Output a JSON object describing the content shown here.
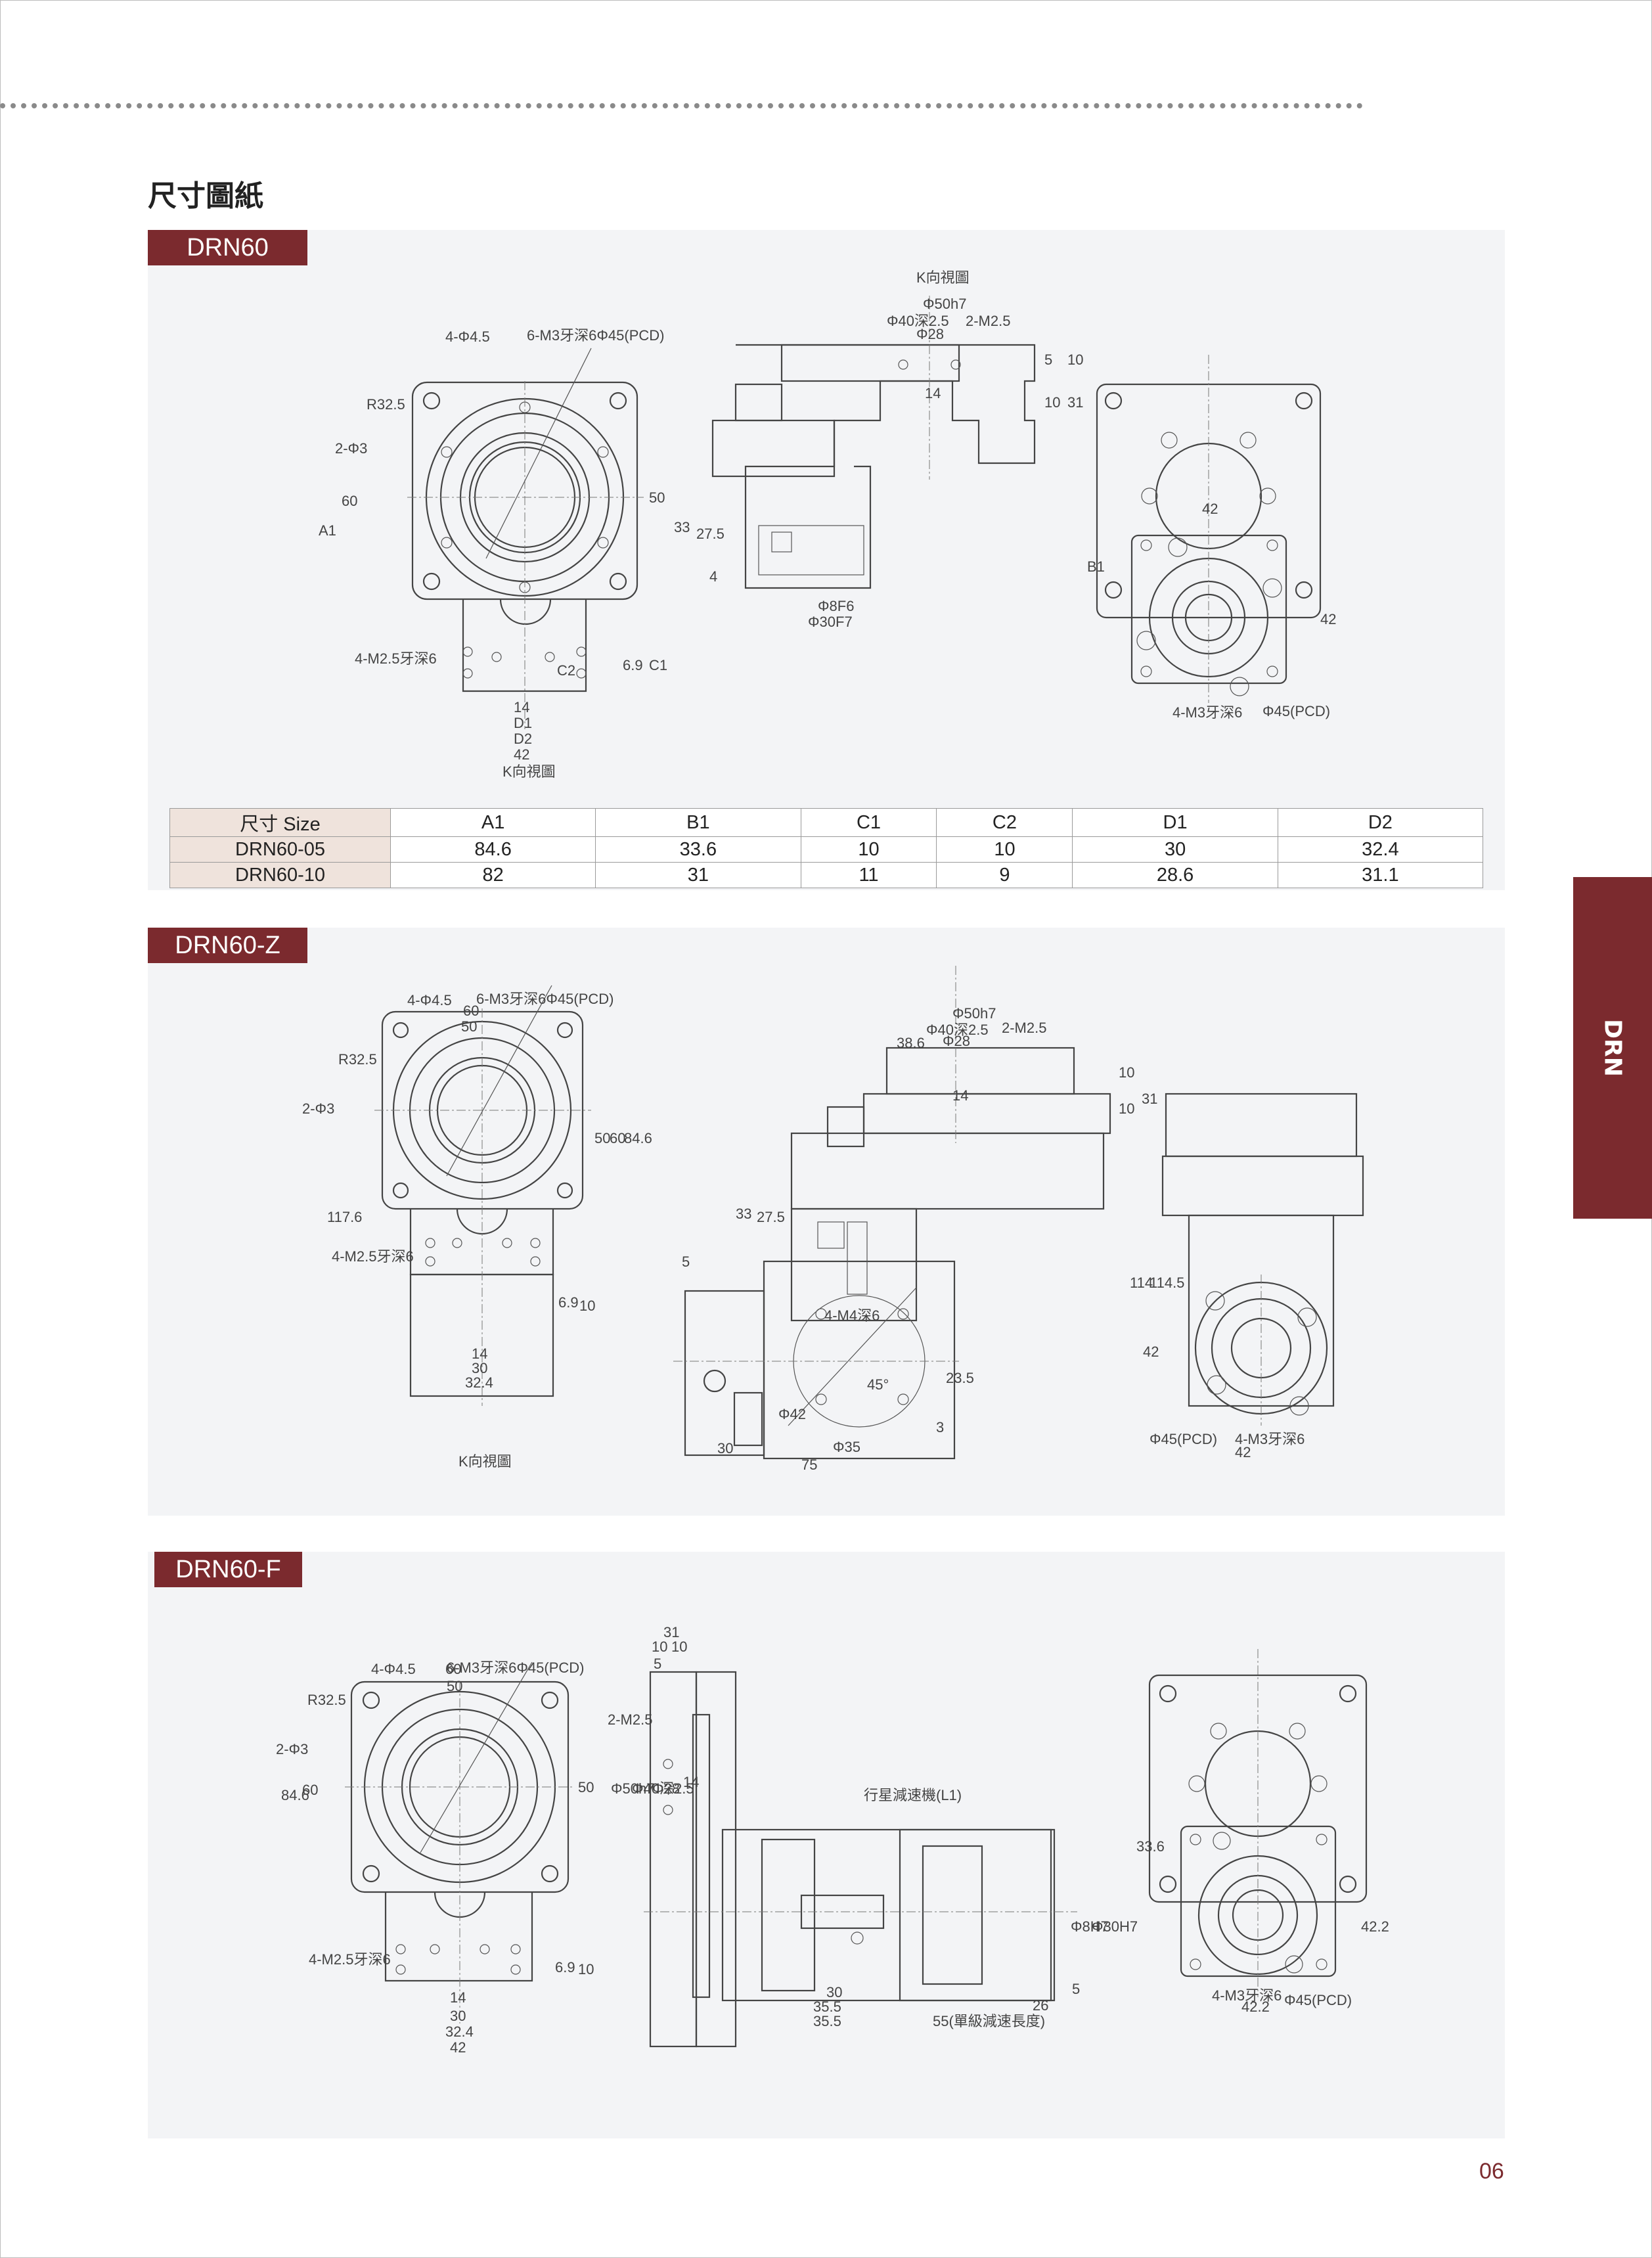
{
  "heading": "尺寸圖紙",
  "side_tab": "DRN",
  "page_number": "06",
  "colors": {
    "accent": "#7b2a2e",
    "panel": "#f3f4f6",
    "table_label": "#efe3dc"
  },
  "sections": [
    {
      "tag": "DRN60"
    },
    {
      "tag": "DRN60-Z"
    },
    {
      "tag": "DRN60-F"
    }
  ],
  "labels": {
    "k_view_title": "K向視圖",
    "k_view": "K向視圖",
    "holes_4": "4-Φ4.5",
    "holes_6": "6-M3牙深6Φ45(PCD)",
    "r325": "R32.5",
    "phi3": "2-Φ3",
    "tap_4m25": "4-M2.5牙深6",
    "tap_4m3": "4-M3牙深6",
    "phi45pcd": "Φ45(PCD)",
    "phi50h7": "Φ50h7",
    "phi40": "Φ40深2.5",
    "m25": "2-M2.5",
    "phi28": "Φ28",
    "phi8f6": "Φ8F6",
    "phi30f7": "Φ30F7",
    "m4": "4-M4深6",
    "phi42": "Φ42",
    "phi35": "Φ35",
    "angle45": "45°",
    "reducer": "行星減速機(L1)",
    "single_len": "55(單級減速長度)",
    "phi8h7": "Φ8H7",
    "phi30h7": "Φ30H7"
  },
  "dims": {
    "d60": "60",
    "d50": "50",
    "d42": "42",
    "d14": "14",
    "d30": "30",
    "d324": "32.4",
    "d69": "6.9",
    "d10": "10",
    "d5": "5",
    "d31": "31",
    "d33": "33",
    "d275": "27.5",
    "d4": "4",
    "d846": "84.6",
    "d1176": "117.6",
    "d386": "38.6",
    "d114": "114",
    "d1145": "114.5",
    "d235": "23.5",
    "d3": "3",
    "d75": "75",
    "d336": "33.6",
    "d422": "42.2",
    "d355": "35.5",
    "d26": "26",
    "a1": "A1",
    "b1": "B1",
    "c1": "C1",
    "c2": "C2",
    "dd1": "D1",
    "dd2": "D2"
  },
  "table": {
    "header": [
      "尺寸 Size",
      "A1",
      "B1",
      "C1",
      "C2",
      "D1",
      "D2"
    ],
    "rows": [
      [
        "DRN60-05",
        "84.6",
        "33.6",
        "10",
        "10",
        "30",
        "32.4"
      ],
      [
        "DRN60-10",
        "82",
        "31",
        "11",
        "9",
        "28.6",
        "31.1"
      ]
    ]
  }
}
